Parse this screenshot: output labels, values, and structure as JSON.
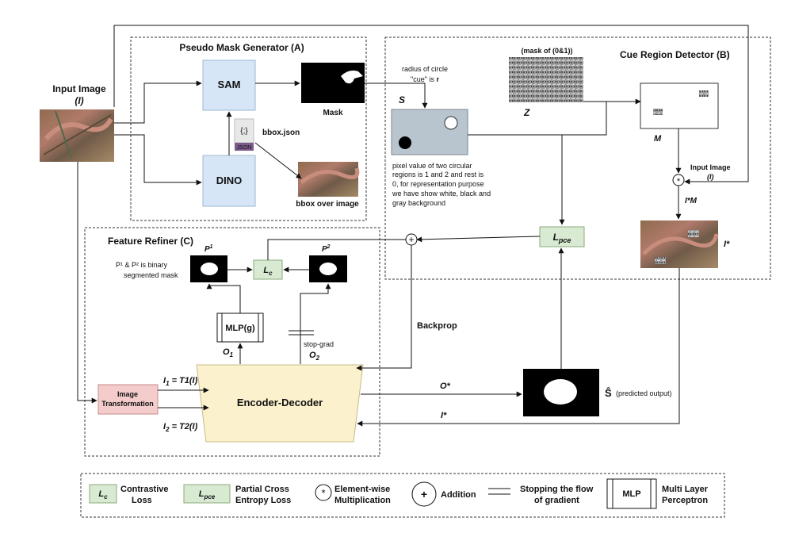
{
  "sections": {
    "pseudo_mask_generator": "Pseudo Mask Generator (A)",
    "cue_region_detector": "Cue Region Detector (B)",
    "feature_refiner": "Feature Refiner (C)"
  },
  "input": {
    "title": "Input Image",
    "symbol": "(I)"
  },
  "pmg": {
    "sam": "SAM",
    "dino": "DINO",
    "mask": "Mask",
    "bbox_json": "bbox.json",
    "json_icon_text": "{;}",
    "json_tag": "JSON",
    "bbox_over_image": "bbox over image"
  },
  "crd": {
    "radius_line1": "radius of circle",
    "radius_line2a": "\"cue\" is ",
    "radius_line2b": "r",
    "s_label": "S",
    "z_caption": "(mask of (0&1))",
    "z_label": "Z",
    "m_label": "M",
    "input_title": "Input Image",
    "input_symbol": "(I)",
    "multiply_symbol": "*",
    "im_label": "I*M",
    "istar_label": "I*",
    "pixel_lines": [
      "pixel value of two circular",
      "regions is 1 and 2  and rest is",
      "0, for representation purpose",
      "we have show white, black and",
      "gray background"
    ],
    "lpce": {
      "base": "L",
      "sub": "pce"
    }
  },
  "fr": {
    "p1": {
      "base": "P",
      "sup": "1"
    },
    "p2": {
      "base": "P",
      "sup": "2"
    },
    "lc": {
      "base": "L",
      "sub": "c"
    },
    "note_line1": "P¹ & P² is binary",
    "note_line2": "segmented mask",
    "mlp": "MLP(g)",
    "o1": {
      "base": "O",
      "sub": "1"
    },
    "o2": {
      "base": "O",
      "sub": "2"
    },
    "stop_grad": "stop-grad",
    "image_transformation_line1": "Image",
    "image_transformation_line2": "Transformation",
    "i1": {
      "base": "I",
      "sub": "1",
      "rest": " = T1(I)"
    },
    "i2": {
      "base": "I",
      "sub": "2",
      "rest": " = T2(I)"
    },
    "encoder_decoder": "Encoder-Decoder",
    "addition_symbol": "+"
  },
  "flow": {
    "backprop": "Backprop",
    "ostar": "O*",
    "istar": "I*",
    "s_hat": "Ŝ",
    "predicted_output": "(predicted output)"
  },
  "legend": {
    "lc_box": {
      "base": "L",
      "sub": "c"
    },
    "lc_text_line1": "Contrastive",
    "lc_text_line2": "Loss",
    "lpce_box": {
      "base": "L",
      "sub": "pce"
    },
    "lpce_text_line1": "Partial Cross",
    "lpce_text_line2": "Entropy Loss",
    "mult_symbol": "*",
    "mult_text_line1": "Element-wise",
    "mult_text_line2": "Multiplication",
    "add_symbol": "+",
    "add_text": "Addition",
    "stop_text_line1": "Stopping the flow",
    "stop_text_line2": "of gradient",
    "mlp_box": "MLP",
    "mlp_text_line1": "Multi Layer",
    "mlp_text_line2": "Perceptron"
  },
  "colors": {
    "blue_box": "#d6e6f7",
    "green_box": "#d9ead3",
    "pink_box": "#f4cccc",
    "yellow_box": "#fbf1cc",
    "gray_box": "#b8c4ce"
  }
}
